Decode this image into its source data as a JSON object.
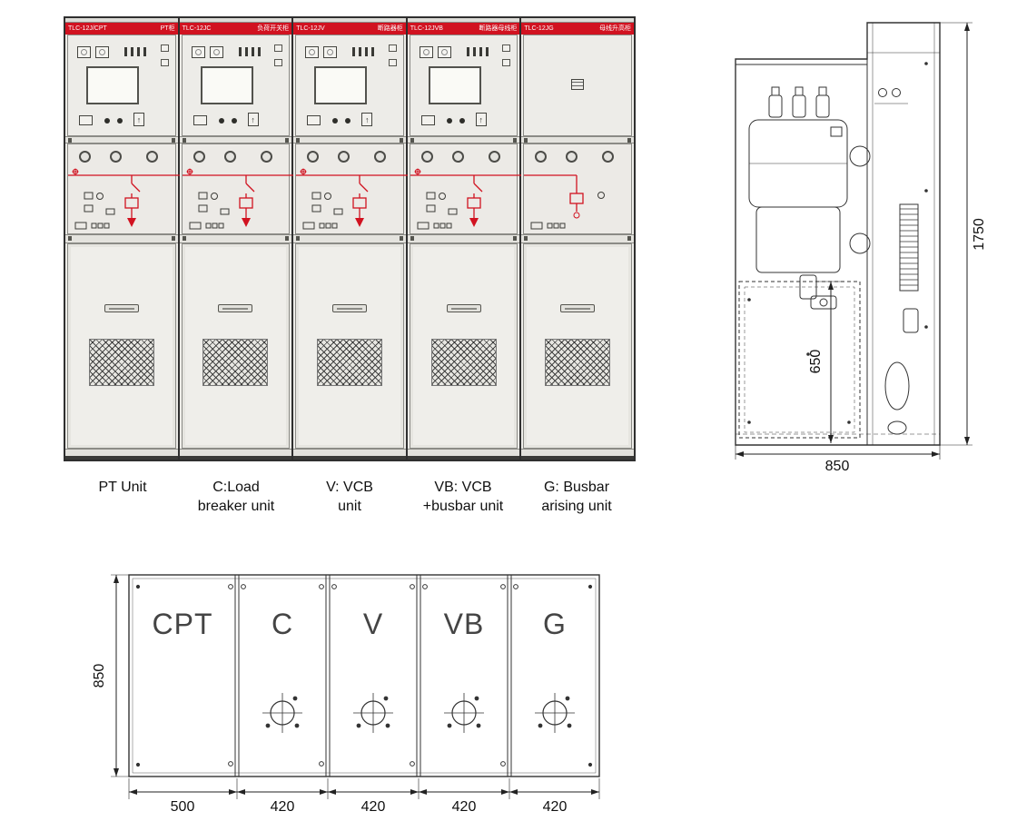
{
  "colors": {
    "header_red": "#d11220",
    "mimic_red": "#d11220",
    "line": "#333333"
  },
  "icons": {
    "up_arrow": "↑"
  },
  "front_view": {
    "panels": [
      {
        "model": "TLC-12J/CPT",
        "title_cn": "PT柜",
        "variant": "full"
      },
      {
        "model": "TLC-12JC",
        "title_cn": "负荷开关柜",
        "variant": "full"
      },
      {
        "model": "TLC-12JV",
        "title_cn": "断路器柜",
        "variant": "full"
      },
      {
        "model": "TLC-12JVB",
        "title_cn": "断路器母线柜",
        "variant": "full"
      },
      {
        "model": "TLC-12JG",
        "title_cn": "母线升高柜",
        "variant": "simple"
      }
    ]
  },
  "unit_labels": [
    {
      "line1": "PT Unit",
      "line2": ""
    },
    {
      "line1": "C:Load",
      "line2": "breaker unit"
    },
    {
      "line1": "V: VCB",
      "line2": "unit"
    },
    {
      "line1": "VB: VCB",
      "line2": "+busbar unit"
    },
    {
      "line1": "G: Busbar",
      "line2": "arising unit"
    }
  ],
  "side_view": {
    "dim_height": "1750",
    "dim_width": "850",
    "dim_inner": "650"
  },
  "plan_view": {
    "cells": [
      "CPT",
      "C",
      "V",
      "VB",
      "G"
    ],
    "dim_depth": "850",
    "dim_widths": [
      "500",
      "420",
      "420",
      "420",
      "420"
    ]
  }
}
